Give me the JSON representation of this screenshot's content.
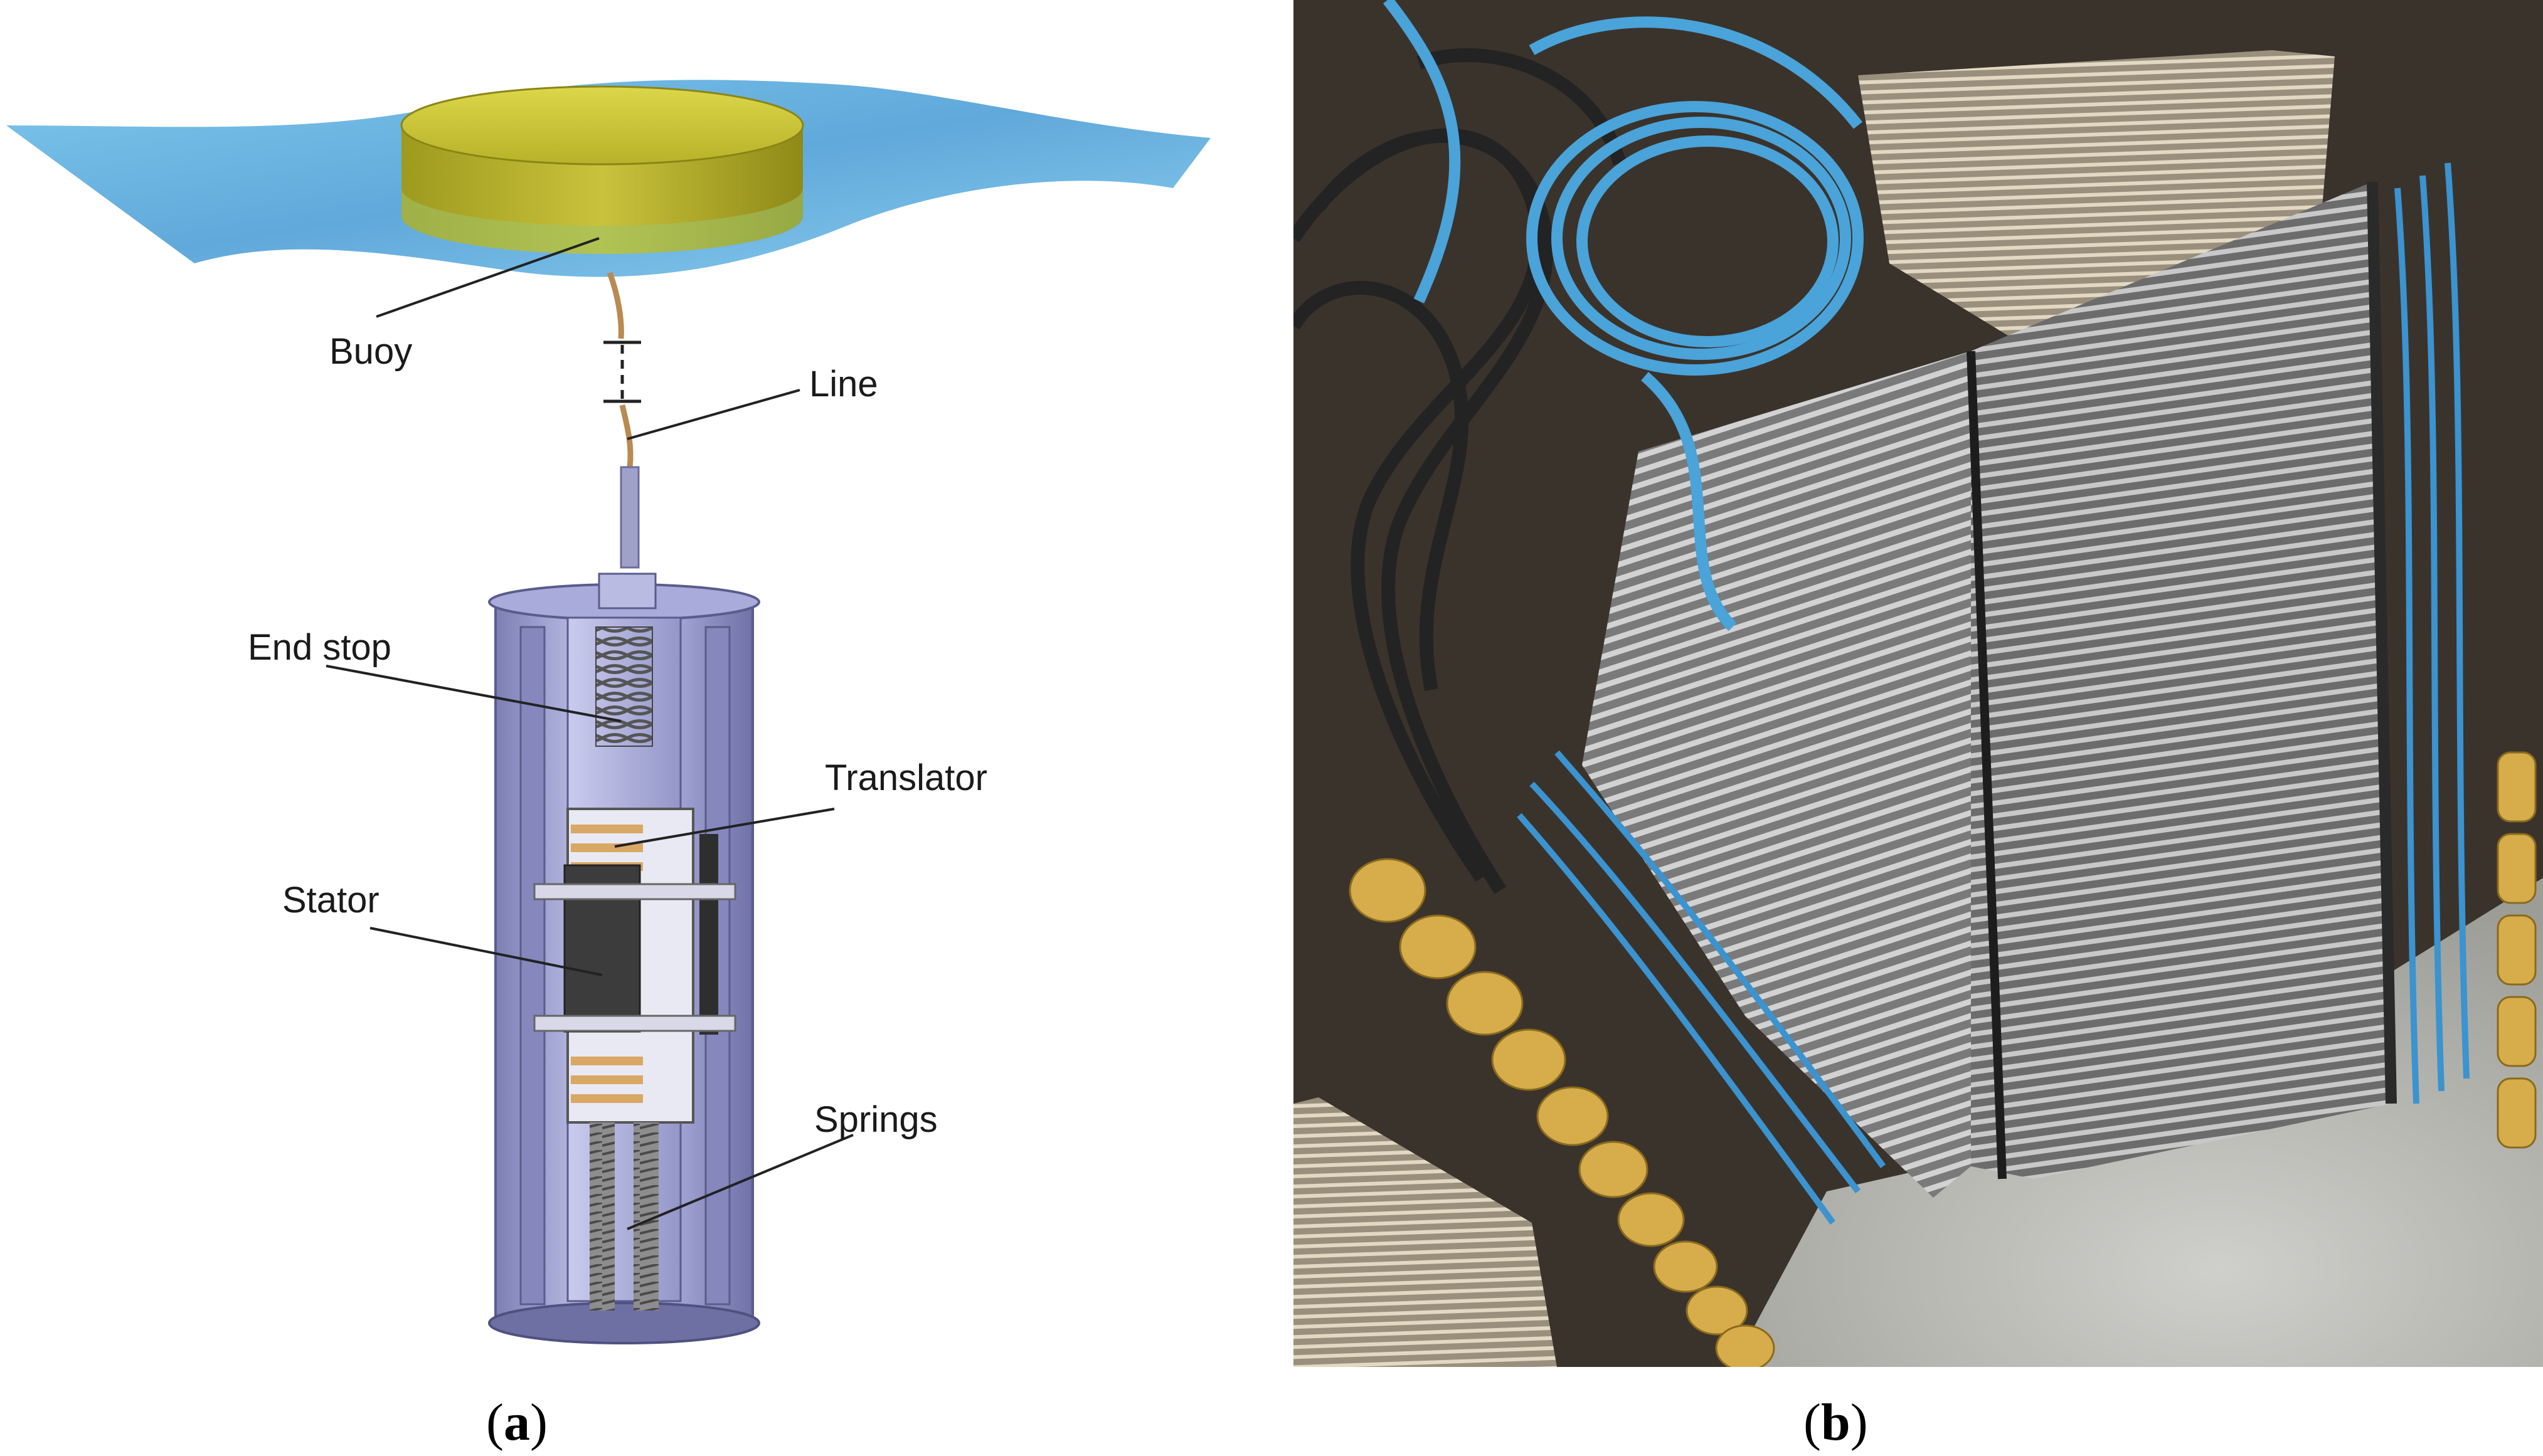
{
  "figure": {
    "panel_a": {
      "label": "a",
      "callouts": {
        "buoy": "Buoy",
        "line": "Line",
        "end_stop": "End stop",
        "translator": "Translator",
        "stator": "Stator",
        "springs": "Springs"
      }
    },
    "panel_b": {
      "label": "b"
    }
  },
  "colors": {
    "water": "#5fb0e0",
    "buoy": "#c8c23a",
    "housing": "#9a9ccc",
    "translator_bars": "#d9a865",
    "stator": "#3c3c3c",
    "cable_blue": "#4aa3d9",
    "cable_black": "#2a2a2a",
    "laminations": "#8f8f8f",
    "yellow_blocks": "#d9b04a"
  }
}
